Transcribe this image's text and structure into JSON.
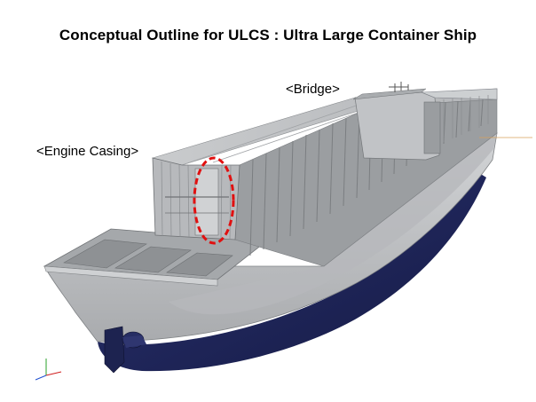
{
  "title": "Conceptual Outline for ULCS : Ultra Large Container Ship",
  "labels": {
    "bridge": "<Bridge>",
    "engine_casing": "<Engine Casing>"
  },
  "colors": {
    "hull_upper": "#c4c6c8",
    "hull_lower": "#1e2558",
    "deck": "#9fa2a5",
    "container_front": "#a9acaf",
    "container_side": "#8a8d90",
    "highlight_ellipse": "#e01010"
  },
  "icons": {
    "axis_triad": "axis-triad-icon"
  }
}
